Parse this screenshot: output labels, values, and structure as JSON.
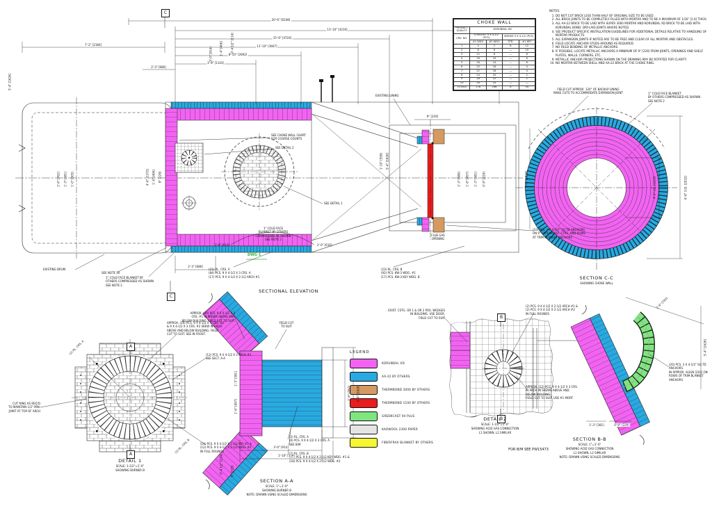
{
  "colors": {
    "magenta": "#f263f2",
    "cyan": "#29a9e1",
    "tan": "#d49a62",
    "red": "#ea1c1c",
    "green": "#7fe57f",
    "gray": "#e4e4e4",
    "yellow": "#f7f731",
    "line": "#1a1a1a",
    "green_text": "#2eb82e"
  },
  "titles": {
    "sectional_elevation": "SECTIONAL ELEVATION",
    "section_cc": "SECTION C-C",
    "section_cc_sub": "SHOWING CHOKE WALL",
    "detail_1": "DETAIL 1",
    "detail_1_scale": "SCALE: 1-1/2\"=1'-0\"",
    "detail_1_sub": "SHOWING BURNER B",
    "section_aa": "SECTION A-A",
    "section_aa_scale": "SCALE: 1\"=1'-0\"",
    "section_aa_sub": "SHOWING BURNER B",
    "section_aa_note": "NOTE: DRAWN USING SCALED DIMENSIONS",
    "detail_2": "DETAIL 2",
    "detail_2_scale": "SCALE: 1-1/2\"=1'-0\"",
    "detail_2_sub": "SHOWING ACID GAS CONNECTION",
    "detail_2_sub2": "L1 SHOWN, L2 SIMILAR",
    "section_bb": "SECTION B-B",
    "section_bb_scale": "SCALE: 1\"=1'-0\"",
    "section_bb_sub": "SHOWING ACID GAS CONNECTION",
    "section_bb_sub2": "L1 SHOWN, L2 SIMILAR",
    "section_bb_note": "NOTE: DRAWN USING SCALED DIMENSIONS"
  },
  "markers": {
    "a": "A",
    "b": "B",
    "c": "C"
  },
  "dims": [
    "20'-6\" [6248]",
    "15'-6\" [4724]",
    "11'-10\" [3607]",
    "8'-10\" [2692]",
    "6'-0\" [1829]",
    "3'-9\" [1143]",
    "2'-3\" [686]",
    "1'-6\" [457]",
    "9\" [229]",
    "4'-6\" [1372]",
    "3'-0\" [914]",
    "1'-4\" [406]",
    "2'-0\" [610]",
    "6'-8\" O.D. [2032]",
    "4'-0\" I.D. [1219]",
    "2'-6\" [762]",
    "1'-3\" [381]",
    "0'-9\" [229]",
    "1'-10\" [559]",
    "5'-4\" [1626]",
    "1'-0\" [305]",
    "0'-4 1/2\" [114]",
    "13'-10\" [4216]",
    "7'-2\" [2184]"
  ],
  "ann": {
    "existing_drum": "EXISTING DRUM",
    "existing_lining": "EXISTING LINING",
    "see_detail_1": "SEE DETAIL 1",
    "see_detail_2": "SEE DETAIL 2",
    "choke_chart": "SEE CHOKE WALL CHART\nFOR COURSE COUNTS",
    "blanket_mid": "1\" COLD FACE\nBLANKET BY OTHERS\nCOMPRESSED AS SHOWN\nSEE NOTE 2",
    "blanket_bl": "1\" COLD FACE BLANKET BY\nOTHERS COMPRESSED AS SHOWN\nSEE NOTE 2",
    "see_note_10": "SEE NOTE 10",
    "dwg1": "DWG-1",
    "elev_note_a": "(21) RL. CRS. A\n(84) PCS. 9 X 4-1/2 X 3 CRS. A\n(17) PCS. 9 X 4-1/2 X 2-1/2 ARCH #1",
    "elev_note_b": "(23) RL. CRS. B\n(92) PCS. KW-3 WDG. #1\n(17) PCS. KW-3 KEY WDG. B",
    "outlet_note": "(16) PCS. 3 X 4-1/2\" SQ.TD ANCHORS\nON 9\" [229] HORIZ. CTRS. AND ROWS\nAT TRIM BLANKET ANCHORS",
    "flue_note": "FLUE GAS\nOPENING",
    "cc_cut_note": "FIELD CUT APPROX. 120° OF BACKUP LINING\nMAKE CUTS TO ACCOMMODATE EXPANSION JOINT",
    "cc_blanket_note": "1\" COLD FACE BLANKET\nBY OTHERS COMPRESSED AS SHOWN\nSEE NOTE 2",
    "d1_note_tr": "APPROX. (20) PCS. 9 X 4-1/2 X 3 CRS. #1\n& 9 X 4-1/2 X 3 CRS. #2 SKEW IN ARCH\nABOVE AND BELOW BUILDING. FIELD\nCUT TO SUIT. SEE IN FROST.",
    "d1_note_r": "(12) PCS. 9 X 4-1/2 X 3 ARCH #1\nSEE SECT. A-A",
    "d1_note_br": "(14) PCS. 9 X 4-1/2 X 2-1/2 KEY #1 &\n(12) PCS. 9 X 4-1/2 X 2-1/2 WDG. #2\nIN FULL ROUNDS",
    "d1_note_l": "CUT RING AS REQ'D\nTO MAINTAIN 1/2\" MIN.\nJOINT AT TOP OF ARCH",
    "d1_rot_tl": "(2) RL.\nCRS. A",
    "d1_rot_br": "(2) RL.\nCRS. B",
    "aa_note_t": "FIELD CUT\nTO SUIT",
    "aa_note_tl": "APPROX. (20) PCS. 9 X 4-1/2 X 3\nCRS. #1 IN SKEWS ABOVE AND\nBELOW BUILDING. FIELD CUT TO SUIT.",
    "aa_note_b1": "(2) RL. CRS. A\n(6) PCS. 9 X 4-1/2 X 3 CRS. A\nSEE B/M",
    "aa_note_b2": "(2) RL. CRS. B\n(17) PCS. 9 X 4-1/2 X 2-1/2 KEY WDG. #1 &\n(18) PCS. 9 X 4-1/2 X 2-1/2 WDG. #2",
    "d2_note_tl": "EXIST. CSTG. OR 1 & OR 2 POS. WEDGES\nIN BUILDING. USE DOOR.\nFIELD CUT TO SUIT",
    "d2_note_t": "(2) PCS. 9 X 4-1/2 X 2-1/2 ARCH #1 &\n(2) PCS. 9 X 4-1/2 X 2-1/2 ARCH #2\nIN FULL ROUNDS",
    "d2_note_b": "APPROX. (12) PCS. 9 X 4-1/2 X 3 CRS.\nIN ARCH IN SKEWS ABOVE AND\nBELOW BUILDING.\nFIELD CUT TO SUIT. USE #1 MORT.",
    "bb_note_r": "(20) PCS. 3 X 4-1/2\" SQ.TD ANCHORS\nIN APPROX. ALIGN [203] ON\nROWS OF TRIM BLANKET ANCHORS",
    "bm_note": "FOR B/M SEE PW15473"
  },
  "table": {
    "title": "CHOKE WALL",
    "q_label": "PRODUCT QUALITY",
    "q_value": "KORUNDAL XD",
    "col1": "CRS. NO.",
    "g1": "STRAIGHT 9 X 4-1/2 (PCS)",
    "g2": "WEDGE 9 X 4-1/2 (PCS)",
    "sub": [
      "#1 WDG",
      "#2 WDG",
      "STR.",
      "#1 KEY"
    ],
    "rows": [
      [
        "1",
        "4",
        "2",
        "8",
        "12"
      ],
      [
        "2",
        "8",
        "6",
        "—",
        "10"
      ],
      [
        "3",
        "12",
        "8",
        "—",
        "8"
      ],
      [
        "4",
        "16",
        "10",
        "—",
        "6"
      ],
      [
        "5",
        "18",
        "14",
        "—",
        "6"
      ],
      [
        "6",
        "20",
        "16",
        "—",
        "4"
      ],
      [
        "7",
        "22",
        "18",
        "—",
        "4"
      ],
      [
        "8",
        "24",
        "20",
        "—",
        "2"
      ],
      [
        "9",
        "26",
        "22",
        "—",
        "2"
      ],
      [
        "10",
        "28",
        "24",
        "—",
        "—"
      ],
      [
        "TOTALS",
        "178",
        "246",
        "8",
        "54"
      ]
    ]
  },
  "notes": {
    "heading": "NOTES:",
    "items": [
      "DO NOT CUT BRICK LESS THAN HALF OF ORIGINAL SIZE TO BE USED.",
      "ALL BRICK JOINTS TO BE COMPLETELY FILLED WITH MORTAR AND TO BE A MAXIMUM OF 1/16\" [1.6] THICK.",
      "ALL AA-22 BRICK TO BE LAID WITH SUPER 3000 MORTAR AND KORUNDAL XD BRICK TO BE LAID WITH KORUNDAL BOND. DRY-LAID JOINTS WHERE NOTED.",
      "SEE PRODUCT SPECIFIC INSTALLATION GUIDELINES FOR ADDITIONAL DETAILS RELATIVE TO HANDLING OF MORTAR PRODUCTS.",
      "ALL EXPANSION JOINTS IF NOTED ARE TO BE FREE AND CLEAR OF ALL MORTAR AND OBSTACLES.",
      "FIELD LOCATE ANCHOR STUDS AROUND AS REQUIRED.",
      "NO FIELD BENDING OF METALLIC ANCHORS.",
      "IF POSSIBLE, LOCATE METALLIC ANCHORS A MINIMUM OF 9\" [229] FROM JOINTS, OPENINGS AND SHELF PLATES, WALLS, CORNERS, ETC.",
      "METALLIC ANCHOR PROJECTIONS SHOWN ON THE DRAWING MAY BE ROTATED FOR CLARITY.",
      "NO MORTAR BETWEEN SHELL AND AA-22 BRICK AT THE CHOKE RING."
    ]
  },
  "legend": {
    "title": "LEGEND",
    "items": [
      {
        "label": "KORUNDAL XD",
        "color": "#f263f2"
      },
      {
        "label": "AA-22 BY OTHERS",
        "color": "#29a9e1"
      },
      {
        "label": "THERMBOND 3000 BY OTHERS",
        "color": "#d49a62"
      },
      {
        "label": "THERMBOND 1100 BY OTHERS",
        "color": "#ea1c1c"
      },
      {
        "label": "GREENCAST 94 PLUS",
        "color": "#7fe57f"
      },
      {
        "label": "KAOWOOL 2300 PAPER",
        "color": "#e4e4e4"
      },
      {
        "label": "FIBERFRAX BLANKET BY OTHERS",
        "color": "#f7f731"
      }
    ]
  }
}
